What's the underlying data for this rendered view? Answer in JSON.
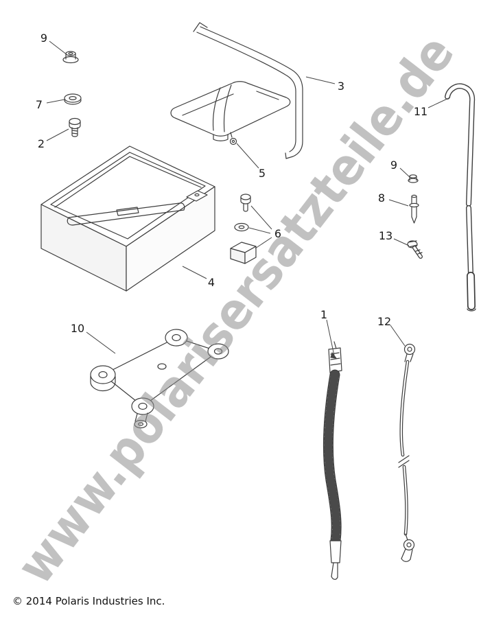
{
  "watermark": {
    "text": "www.polarisersatzteile.de"
  },
  "copyright": "© 2014 Polaris Industries Inc.",
  "labels": {
    "nut_top_left": "9",
    "washer_7": "7",
    "bolt_2": "2",
    "strap_3": "3",
    "pin_5": "5",
    "hardware_6": "6",
    "battery_4": "4",
    "tool_11": "11",
    "nut_right_9": "9",
    "spacer_8": "8",
    "screw_13": "13",
    "bracket_10": "10",
    "cable_1": "1",
    "cable_12": "12"
  }
}
